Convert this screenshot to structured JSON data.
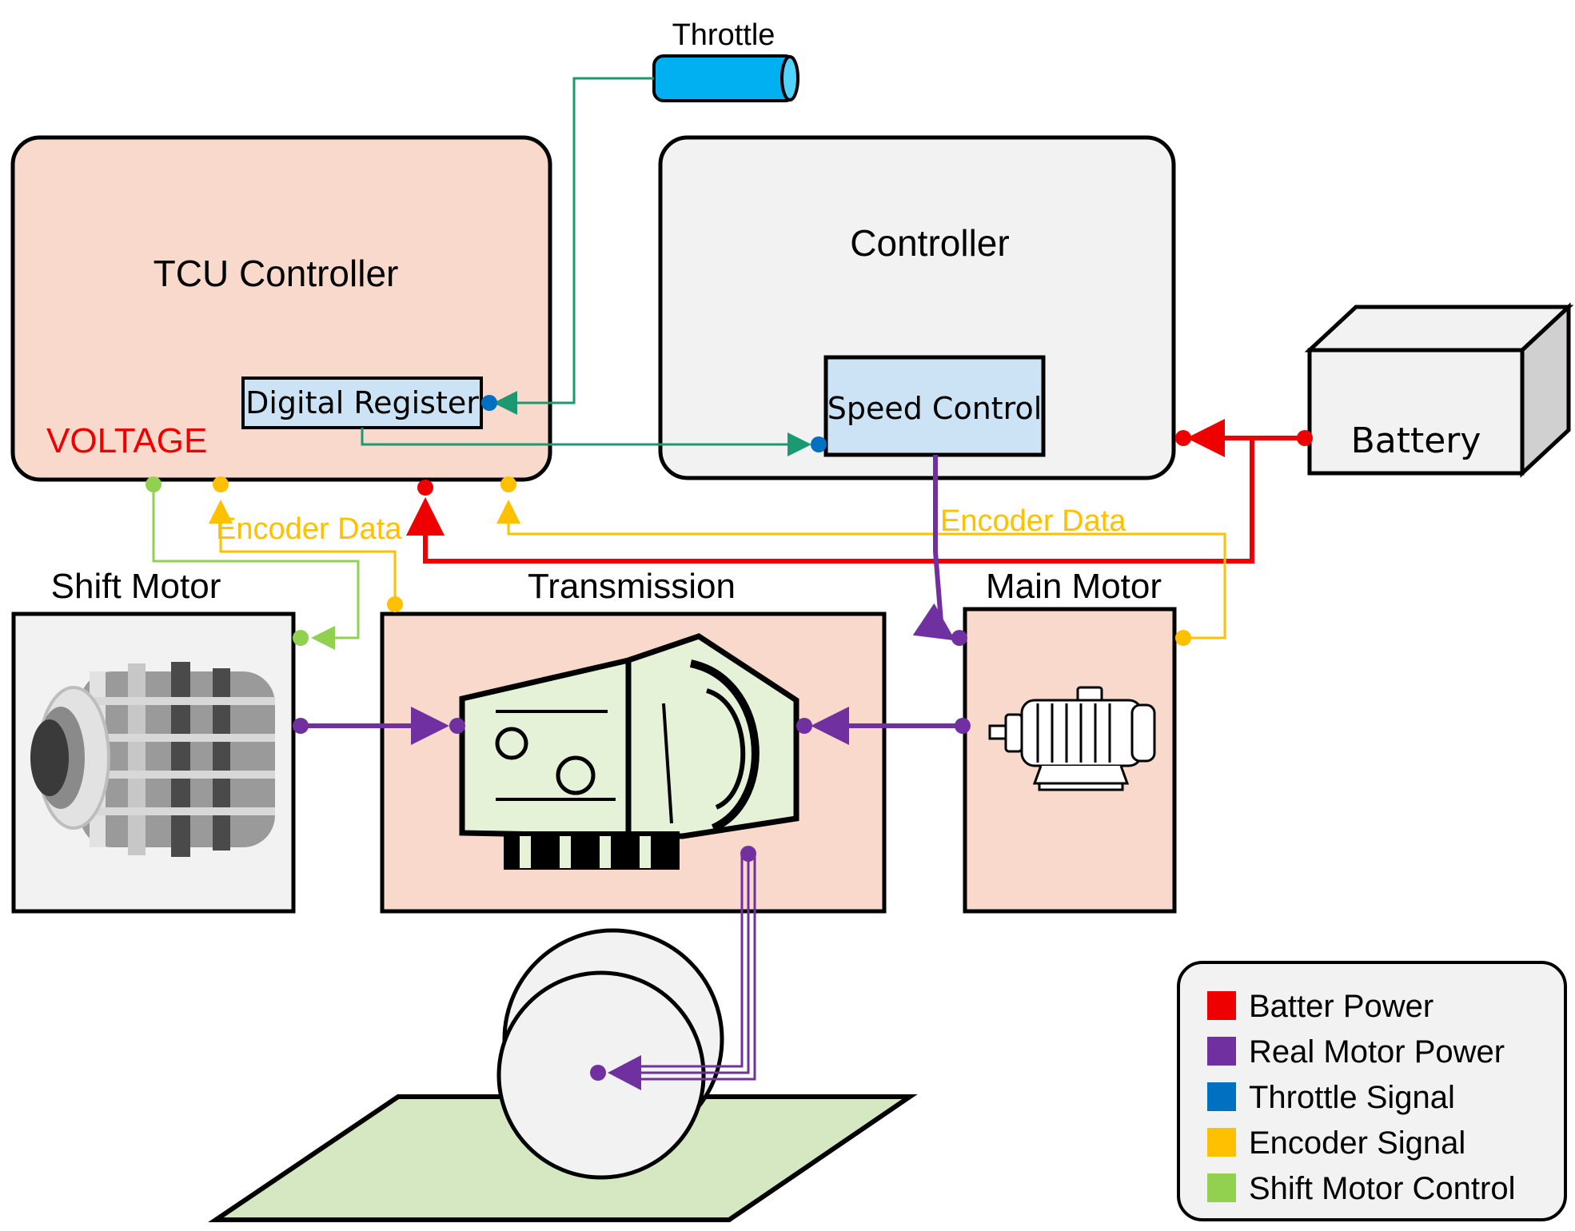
{
  "throttle": {
    "label": "Throttle"
  },
  "tcu": {
    "title": "TCU Controller",
    "register_label": "Digital Register",
    "voltage_label": "VOLTAGE"
  },
  "controller": {
    "title": "Controller",
    "speed_control_label": "Speed Control"
  },
  "battery": {
    "label": "Battery"
  },
  "shift_motor": {
    "label": "Shift Motor"
  },
  "transmission": {
    "label": "Transmission"
  },
  "main_motor": {
    "label": "Main Motor"
  },
  "encoder_labels": {
    "left": "Encoder Data",
    "right": "Encoder Data"
  },
  "colors": {
    "battery_power": "#ee0000",
    "motor_power": "#7030a0",
    "throttle_signal": "#0070c0",
    "encoder_signal": "#ffc000",
    "shift_motor_control": "#92d050",
    "throttle_wire": "#1b9970",
    "tcu_fill": "#f8d9cc",
    "controller_fill": "#f2f2f2",
    "register_fill": "#cce3f5"
  },
  "legend": {
    "items": [
      {
        "label": "Batter Power",
        "color": "#ee0000"
      },
      {
        "label": "Real Motor Power",
        "color": "#7030a0"
      },
      {
        "label": "Throttle Signal",
        "color": "#0070c0"
      },
      {
        "label": "Encoder Signal",
        "color": "#ffc000"
      },
      {
        "label": "Shift Motor Control",
        "color": "#92d050"
      }
    ]
  }
}
